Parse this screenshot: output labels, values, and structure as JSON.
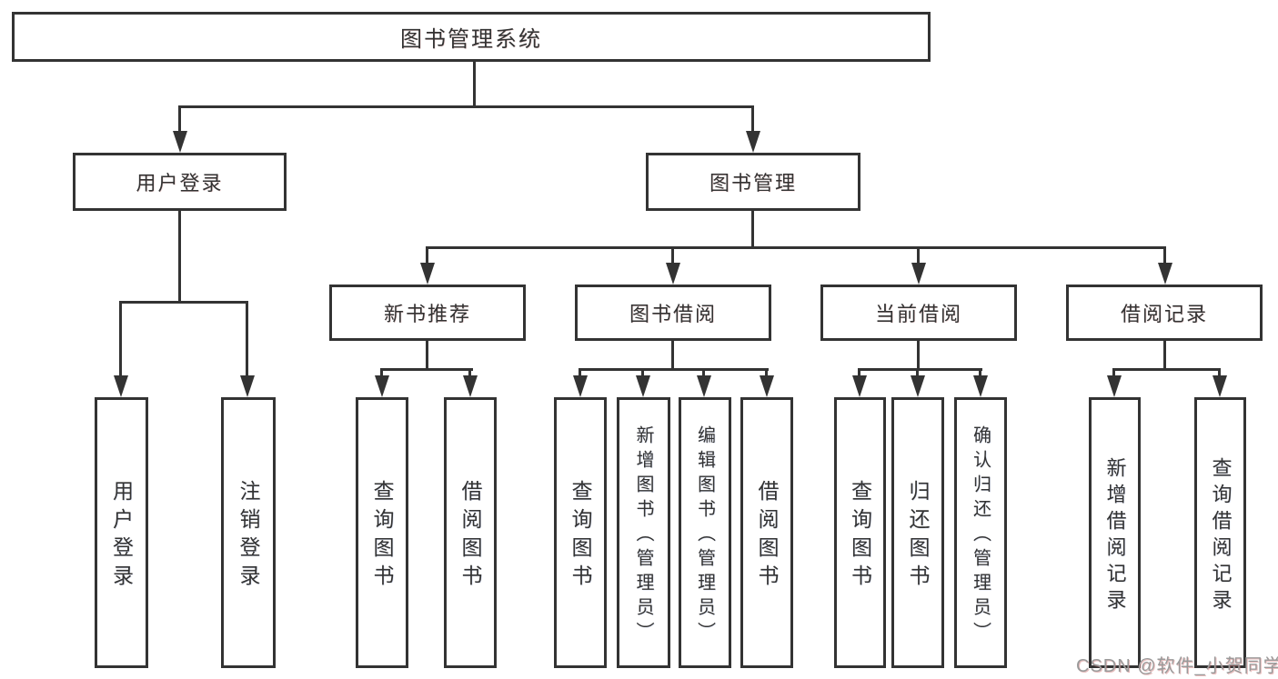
{
  "tree": {
    "label": "图书管理系统",
    "children": [
      {
        "label": "用户登录",
        "children": [
          {
            "label": "用户登录"
          },
          {
            "label": "注销登录"
          }
        ]
      },
      {
        "label": "图书管理",
        "children": [
          {
            "label": "新书推荐",
            "children": [
              {
                "label": "查询图书"
              },
              {
                "label": "借阅图书"
              }
            ]
          },
          {
            "label": "图书借阅",
            "children": [
              {
                "label": "查询图书"
              },
              {
                "label": "新增图书（管理员）"
              },
              {
                "label": "编辑图书（管理员）"
              },
              {
                "label": "借阅图书"
              }
            ]
          },
          {
            "label": "当前借阅",
            "children": [
              {
                "label": "查询图书"
              },
              {
                "label": "归还图书"
              },
              {
                "label": "确认归还（管理员）"
              }
            ]
          },
          {
            "label": "借阅记录",
            "children": [
              {
                "label": "新增借阅记录"
              },
              {
                "label": "查询借阅记录"
              }
            ]
          }
        ]
      }
    ]
  },
  "watermark": {
    "text": "CSDN @软件_小贺同学"
  },
  "colors": {
    "line": "#333333",
    "background": "#ffffff",
    "watermark": "#9a9a9a"
  }
}
